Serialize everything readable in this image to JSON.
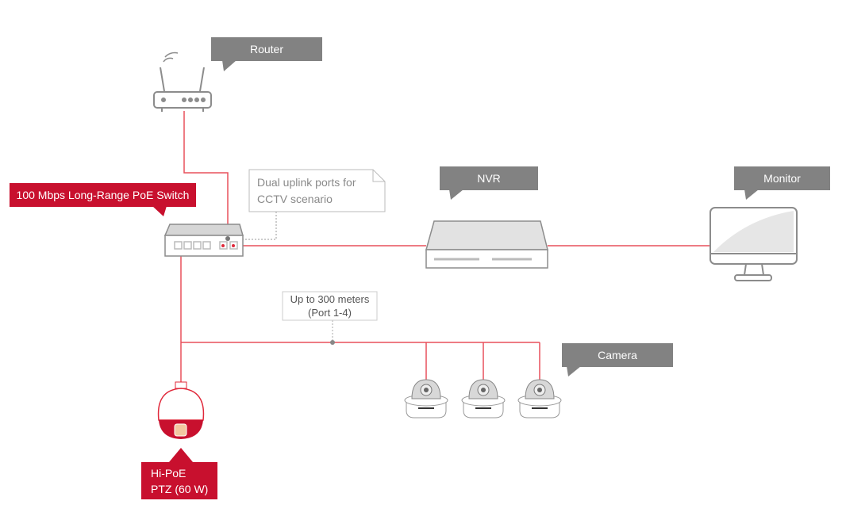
{
  "labels": {
    "router": "Router",
    "switch": "100 Mbps Long-Range PoE Switch",
    "nvr": "NVR",
    "monitor": "Monitor",
    "camera": "Camera",
    "ptz_line1": "Hi-PoE",
    "ptz_line2": "PTZ (60 W)"
  },
  "notes": {
    "uplink_line1": "Dual uplink ports for",
    "uplink_line2": "CCTV scenario",
    "distance_line1": "Up to 300 meters",
    "distance_line2": "(Port 1-4)"
  },
  "colors": {
    "cable": "#e8404f",
    "label_red": "#c8102e",
    "label_gray": "#828282",
    "device_outline": "#8c8c8c"
  }
}
